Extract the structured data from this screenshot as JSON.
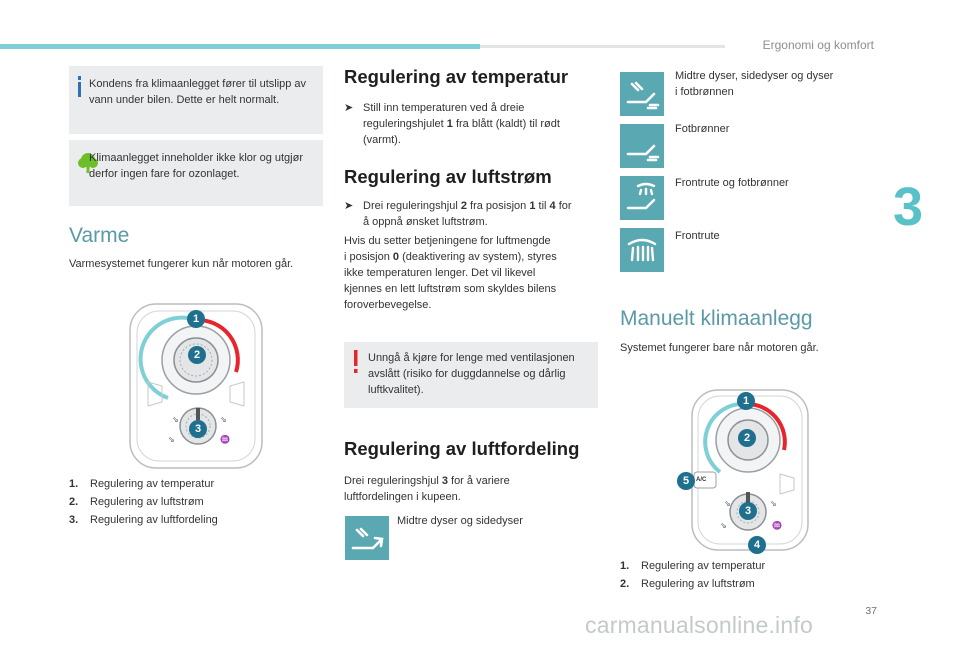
{
  "header": {
    "chapter_title": "Ergonomi og komfort",
    "chapter_number": "3"
  },
  "col1": {
    "note_info": "Kondens fra klimaanlegget fører til utslipp av vann under bilen. Dette er helt normalt.",
    "note_eco": "Klimaanlegget inneholder ikke klor og utgjør derfor ingen fare for ozonlaget.",
    "varme_heading": "Varme",
    "varme_text": "Varmesystemet fungerer kun når motoren går.",
    "list": [
      {
        "num": "1.",
        "text": "Regulering av temperatur"
      },
      {
        "num": "2.",
        "text": "Regulering av luftstrøm"
      },
      {
        "num": "3.",
        "text": "Regulering av luftfordeling"
      }
    ],
    "figure_callouts": [
      "1",
      "2",
      "3"
    ]
  },
  "col2": {
    "temp_heading": "Regulering av temperatur",
    "temp_bullet_line1": "Still inn temperaturen ved å dreie",
    "temp_bullet_line2_pre": "reguleringshjulet ",
    "temp_bullet_line2_b1": "1",
    "temp_bullet_line2_post": " fra blått (kaldt) til rødt",
    "temp_bullet_line3": "(varmt).",
    "flow_heading": "Regulering av luftstrøm",
    "flow_bullet_line1_pre": "Drei reguleringshjul ",
    "flow_bullet_line1_b1": "2",
    "flow_bullet_line1_mid": " fra posisjon ",
    "flow_bullet_line1_b2": "1",
    "flow_bullet_line1_mid2": " til ",
    "flow_bullet_line1_b3": "4",
    "flow_bullet_line1_post": " for",
    "flow_bullet_line2": "å oppnå ønsket luftstrøm.",
    "flow_para_line1": "Hvis du setter betjeningene for luftmengde",
    "flow_para_line2_pre": "i posisjon ",
    "flow_para_line2_b": "0",
    "flow_para_line2_post": " (deaktivering av system), styres",
    "flow_para_line3": "ikke temperaturen lenger. Det vil likevel",
    "flow_para_line4": "kjennes en lett luftstrøm som skyldes bilens",
    "flow_para_line5": "foroverbevegelse.",
    "warning": "Unngå å kjøre for lenge med ventilasjonen avslått (risiko for duggdannelse og dårlig luftkvalitet).",
    "dist_heading": "Regulering av luftfordeling",
    "dist_para_line1_pre": "Drei reguleringshjul ",
    "dist_para_line1_b": "3",
    "dist_para_line1_post": " for å variere",
    "dist_para_line2": "luftfordelingen i kupeen.",
    "icon1_label": "Midtre dyser og sidedyser"
  },
  "col3": {
    "icon2_label_line1": "Midtre dyser, sidedyser og dyser",
    "icon2_label_line2": "i fotbrønnen",
    "icon3_label": "Fotbrønner",
    "icon4_label": "Frontrute og fotbrønner",
    "icon5_label": "Frontrute",
    "manual_heading": "Manuelt klimaanlegg",
    "manual_text": "Systemet fungerer bare når motoren går.",
    "list": [
      {
        "num": "1.",
        "text": "Regulering av temperatur"
      },
      {
        "num": "2.",
        "text": "Regulering av luftstrøm"
      }
    ],
    "figure_callouts": [
      "1",
      "2",
      "5",
      "3",
      "4"
    ],
    "figure_ac_label": "A/C"
  },
  "footer": {
    "page_number": "37",
    "watermark": "carmanualsonline.info"
  },
  "colors": {
    "accent_teal": "#7fd0d6",
    "icon_bg": "#5aa9b2",
    "heading_blue": "#5a9aa5",
    "warning_red": "#e8242c",
    "info_blue": "#2f6fb5",
    "eco_green": "#6cbf2a"
  }
}
